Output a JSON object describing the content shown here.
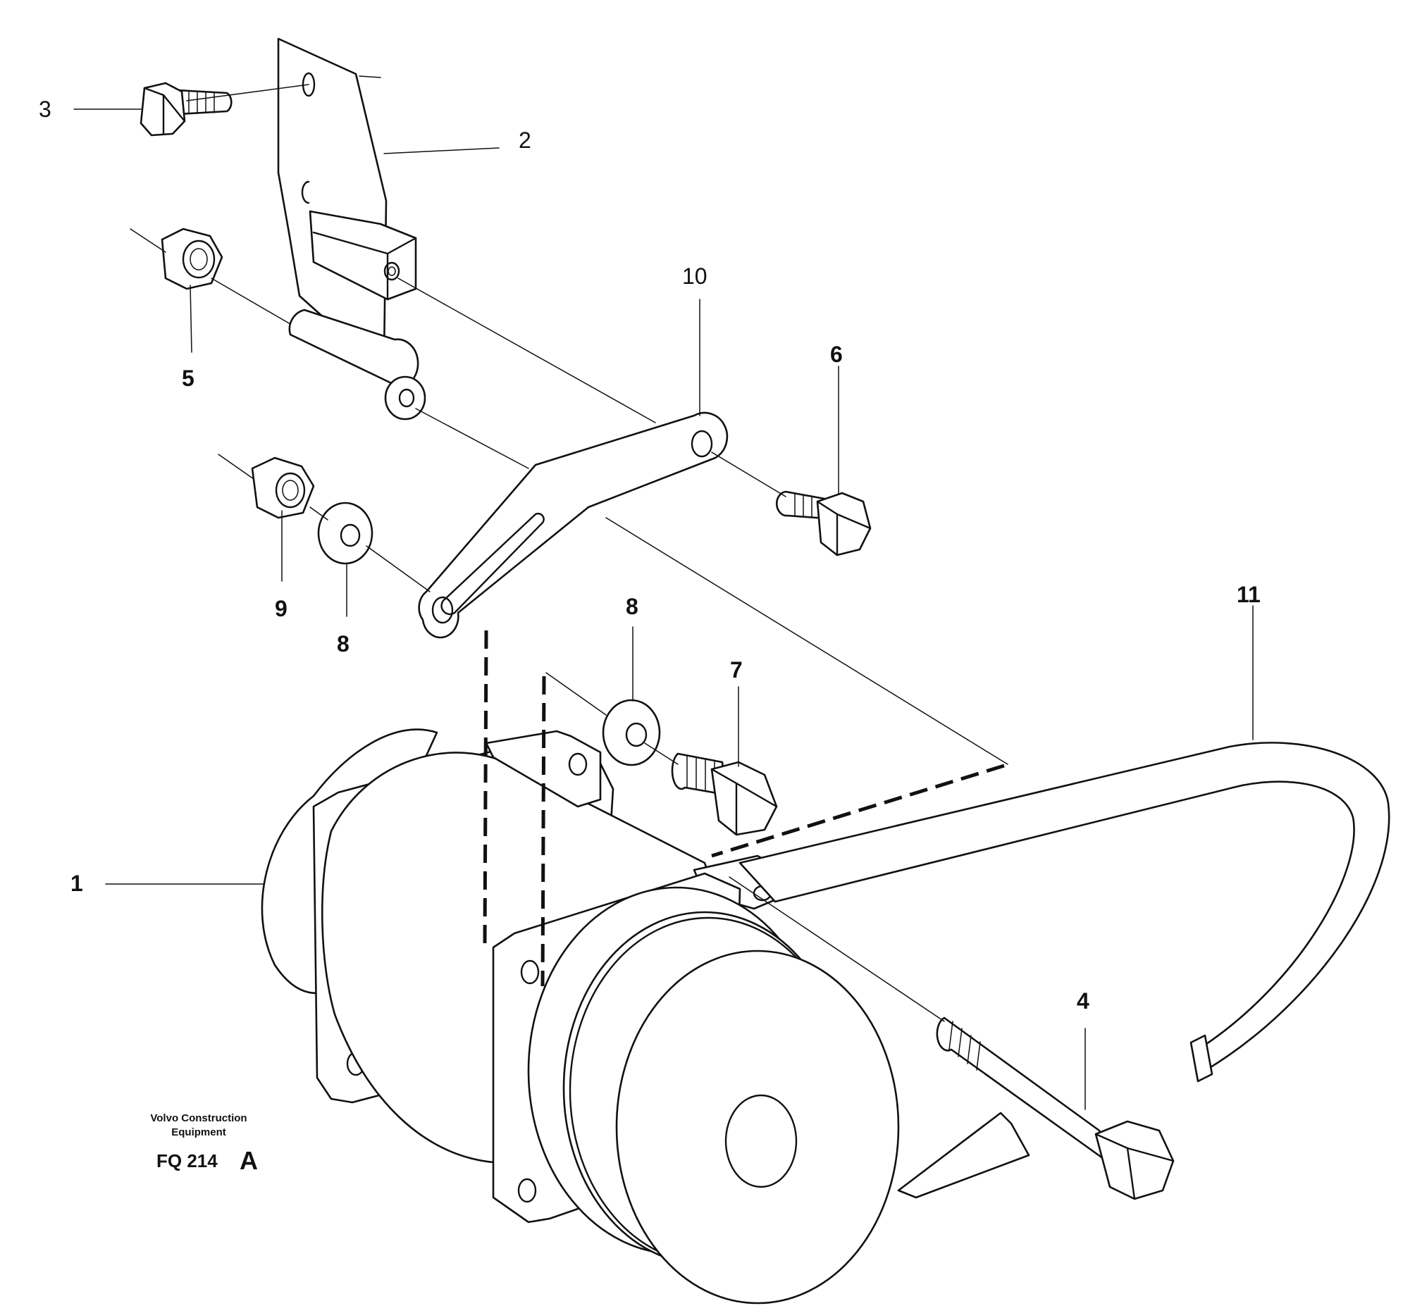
{
  "callouts": {
    "p1": "1",
    "p2": "2",
    "p3": "3",
    "p4": "4",
    "p5": "5",
    "p6": "6",
    "p7": "7",
    "p8a": "8",
    "p8b": "8",
    "p9": "9",
    "p10": "10",
    "p11": "11"
  },
  "footer": {
    "brand_line1": "Volvo Construction",
    "brand_line2": "Equipment",
    "code": "FQ 214",
    "revision": "A"
  }
}
